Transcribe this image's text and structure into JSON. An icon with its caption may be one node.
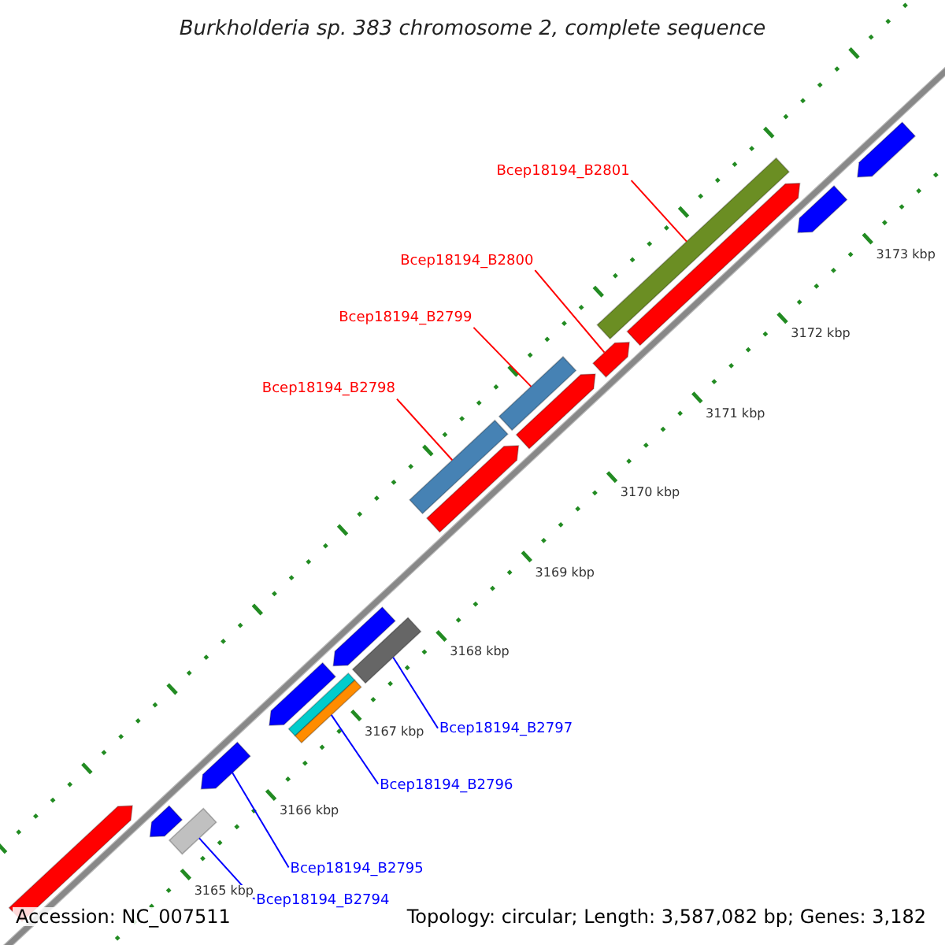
{
  "diagram": {
    "title": "Burkholderia sp. 383 chromosome 2, complete sequence",
    "nodes": [
      {
        "text": [
          "Bcep18194_B2801"
        ]
      },
      {
        "text": [
          "Bcep18194_B2800"
        ]
      },
      {
        "text": [
          "Bcep18194_B2799"
        ]
      },
      {
        "text": [
          "Bcep18194_B2798"
        ]
      },
      {
        "text": [
          "Bcep18194_B2797"
        ]
      },
      {
        "text": [
          "Bcep18194_B2796"
        ]
      },
      {
        "text": [
          "Bcep18194_B2795"
        ]
      },
      {
        "text": [
          "Bcep18194_B2794"
        ]
      },
      {
        "text": [],
        "shape": "bar"
      },
      {
        "text": [],
        "shape": "bar"
      },
      {
        "text": [],
        "shape": "bar"
      },
      {
        "text": [],
        "shape": "bar"
      },
      {
        "text": [],
        "shape": "bar"
      },
      {
        "text": [],
        "shape": "bar"
      },
      {
        "text": [],
        "shape": "bar"
      },
      {
        "text": [],
        "shape": "bar"
      },
      {
        "text": [],
        "shape": "bar"
      },
      {
        "text": [],
        "shape": "bar"
      },
      {
        "text": [],
        "shape": "bar"
      },
      {
        "text": [],
        "shape": "bar"
      },
      {
        "text": [],
        "shape": "bar"
      },
      {
        "text": [],
        "shape": "bar"
      },
      {
        "text": [],
        "shape": "bar"
      },
      {
        "text": [],
        "shape": "bar"
      },
      {
        "text": [],
        "shape": "bar"
      },
      {
        "text": [],
        "shape": "bar"
      }
    ],
    "edges": [
      {
        "from": 0,
        "to": 8,
        "arrow": "none",
        "color": "#ff0000"
      },
      {
        "from": 1,
        "to": 9,
        "arrow": "none",
        "color": "#ff0000"
      },
      {
        "from": 2,
        "to": 10,
        "arrow": "none",
        "color": "#ff0000"
      },
      {
        "from": 3,
        "to": 11,
        "arrow": "none",
        "color": "#ff0000"
      },
      {
        "from": 4,
        "to": 12,
        "arrow": "none",
        "color": "#0000ff"
      },
      {
        "from": 5,
        "to": 13,
        "arrow": "none",
        "color": "#0000ff"
      },
      {
        "from": 6,
        "to": 14,
        "arrow": "none",
        "color": "#0000ff"
      },
      {
        "from": 7,
        "to": 15,
        "arrow": "none",
        "color": "#0000ff"
      }
    ],
    "labels": [
      "3173 kbp",
      "3172 kbp",
      "3171 kbp",
      "3170 kbp",
      "3169 kbp",
      "3168 kbp",
      "3167 kbp",
      "3166 kbp",
      "3165 kbp",
      "Accession: NC_007511",
      "Topology: circular; Length: 3,587,082 bp; Genes: 3,182"
    ]
  }
}
